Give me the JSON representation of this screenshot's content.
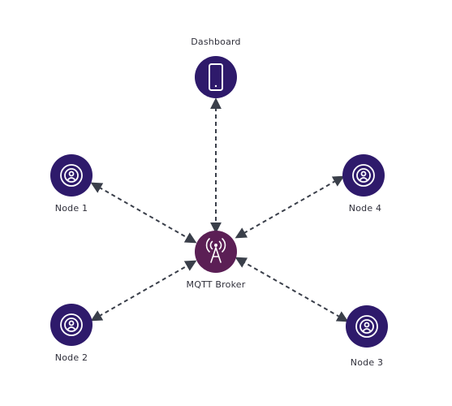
{
  "colors": {
    "node_fill": "#2e1a6b",
    "broker_fill": "#5b1f55",
    "icon_stroke": "#ffffff",
    "connector": "#3a3f4a",
    "label_text": "#2f2f3a",
    "background": "#ffffff"
  },
  "dashboard": {
    "label": "Dashboard",
    "icon": "smartphone-icon"
  },
  "broker": {
    "label": "MQTT Broker",
    "icon": "broadcast-tower-icon"
  },
  "nodes": [
    {
      "label": "Node 1",
      "icon": "sensor-target-icon"
    },
    {
      "label": "Node 2",
      "icon": "sensor-target-icon"
    },
    {
      "label": "Node 3",
      "icon": "sensor-target-icon"
    },
    {
      "label": "Node 4",
      "icon": "sensor-target-icon"
    }
  ],
  "connections": [
    {
      "from": "Dashboard",
      "to": "MQTT Broker",
      "style": "dashed",
      "arrows": "both"
    },
    {
      "from": "Node 1",
      "to": "MQTT Broker",
      "style": "dashed",
      "arrows": "both"
    },
    {
      "from": "Node 2",
      "to": "MQTT Broker",
      "style": "dashed",
      "arrows": "both"
    },
    {
      "from": "Node 3",
      "to": "MQTT Broker",
      "style": "dashed",
      "arrows": "both"
    },
    {
      "from": "Node 4",
      "to": "MQTT Broker",
      "style": "dashed",
      "arrows": "both"
    }
  ]
}
